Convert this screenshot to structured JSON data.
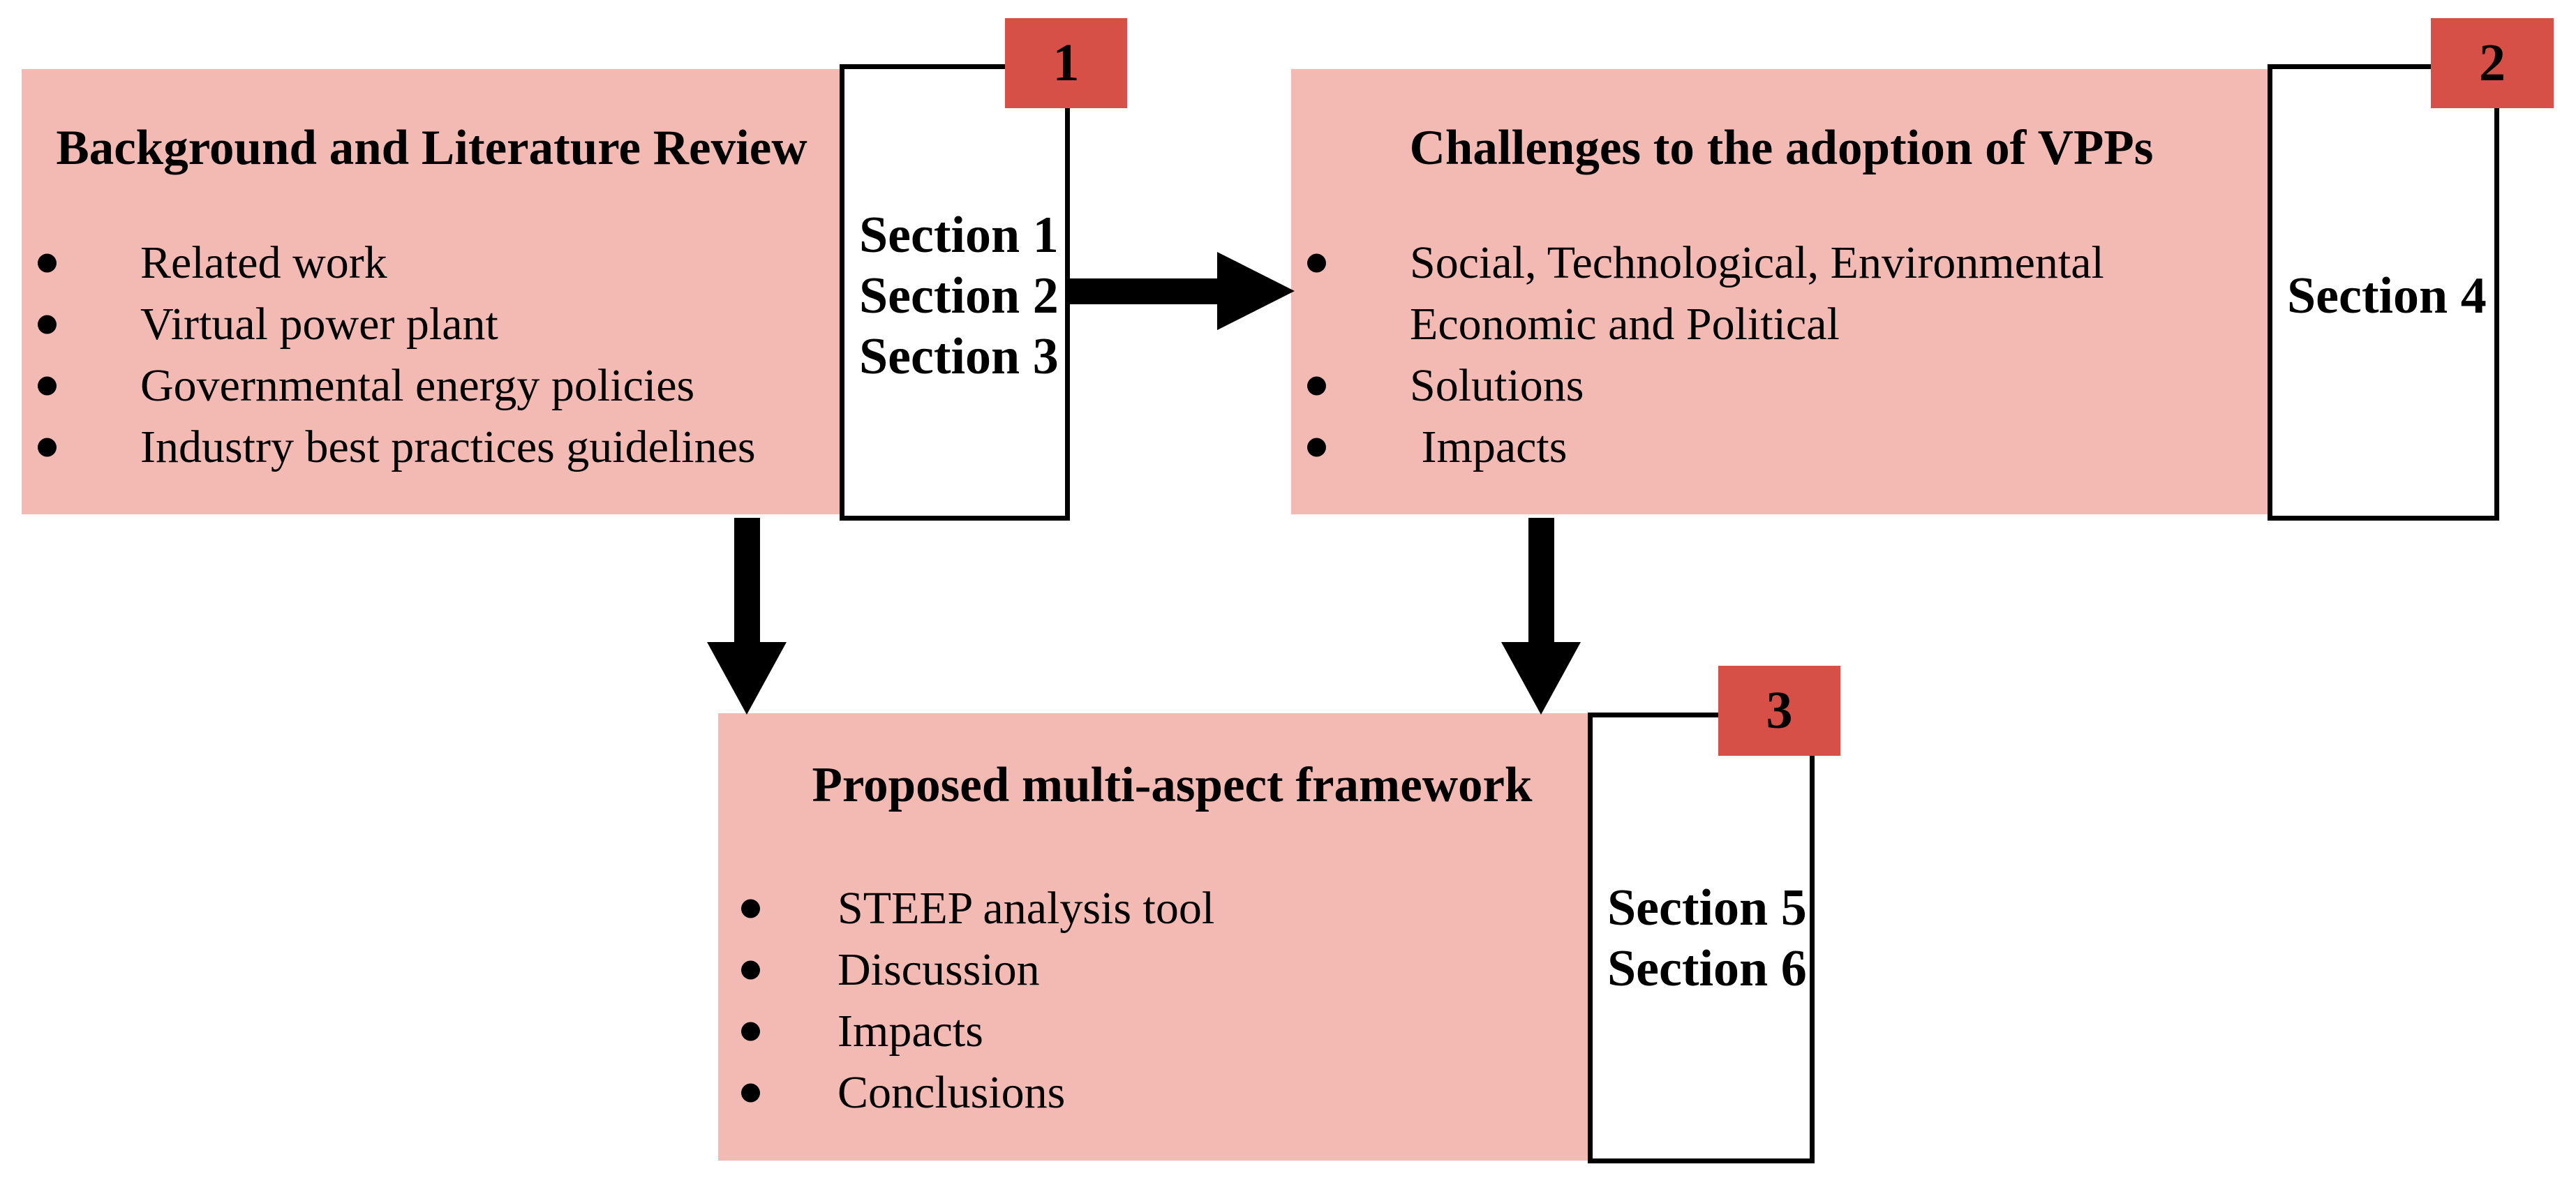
{
  "figure": {
    "type": "flow-diagram",
    "colors": {
      "box_fill": "#f3bab4",
      "badge_fill": "#d65048",
      "border": "#000000",
      "arrow": "#000000",
      "background": "#ffffff"
    },
    "boxes": [
      {
        "title": "Background and Literature Review",
        "bullets": [
          "Related work",
          "Virtual power plant",
          "Governmental energy policies",
          "Industry best practices guidelines"
        ]
      },
      {
        "title": "Challenges to the adoption of VPPs",
        "bullets": [
          "Social, Technological, Environmental",
          "Economic and Political",
          "Solutions",
          " Impacts"
        ]
      },
      {
        "title": "Proposed multi-aspect framework",
        "bullets": [
          "STEEP analysis tool",
          "Discussion",
          "Impacts",
          "Conclusions"
        ]
      }
    ],
    "section_boxes": [
      {
        "badge": "1",
        "lines": [
          "Section 1",
          "Section 2",
          "Section 3"
        ]
      },
      {
        "badge": "2",
        "lines": [
          "Section 4"
        ]
      },
      {
        "badge": "3",
        "lines": [
          "Section 5",
          "Section 6"
        ]
      }
    ]
  }
}
